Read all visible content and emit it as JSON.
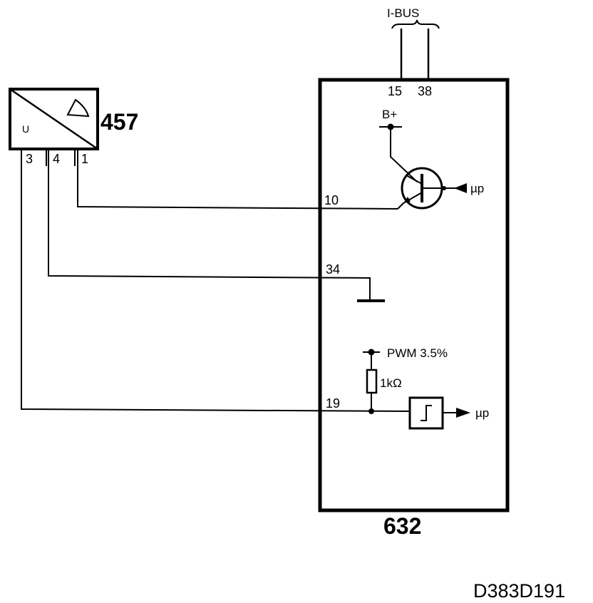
{
  "diagram": {
    "bus_label": "I-BUS",
    "bus_pins": [
      "15",
      "38"
    ],
    "sensor": {
      "id": "457",
      "side_label": "U",
      "pins": [
        "3",
        "4",
        "1"
      ]
    },
    "module": {
      "id": "632",
      "supply_label": "B+",
      "output_pin": "10",
      "ground_pin": "34",
      "input_pin": "19",
      "pullup_label": "PWM 3.5%",
      "resistor_label": "1kΩ",
      "mp_output_label": "µp",
      "mp_input_label": "µp"
    },
    "reference": "D383D191"
  }
}
